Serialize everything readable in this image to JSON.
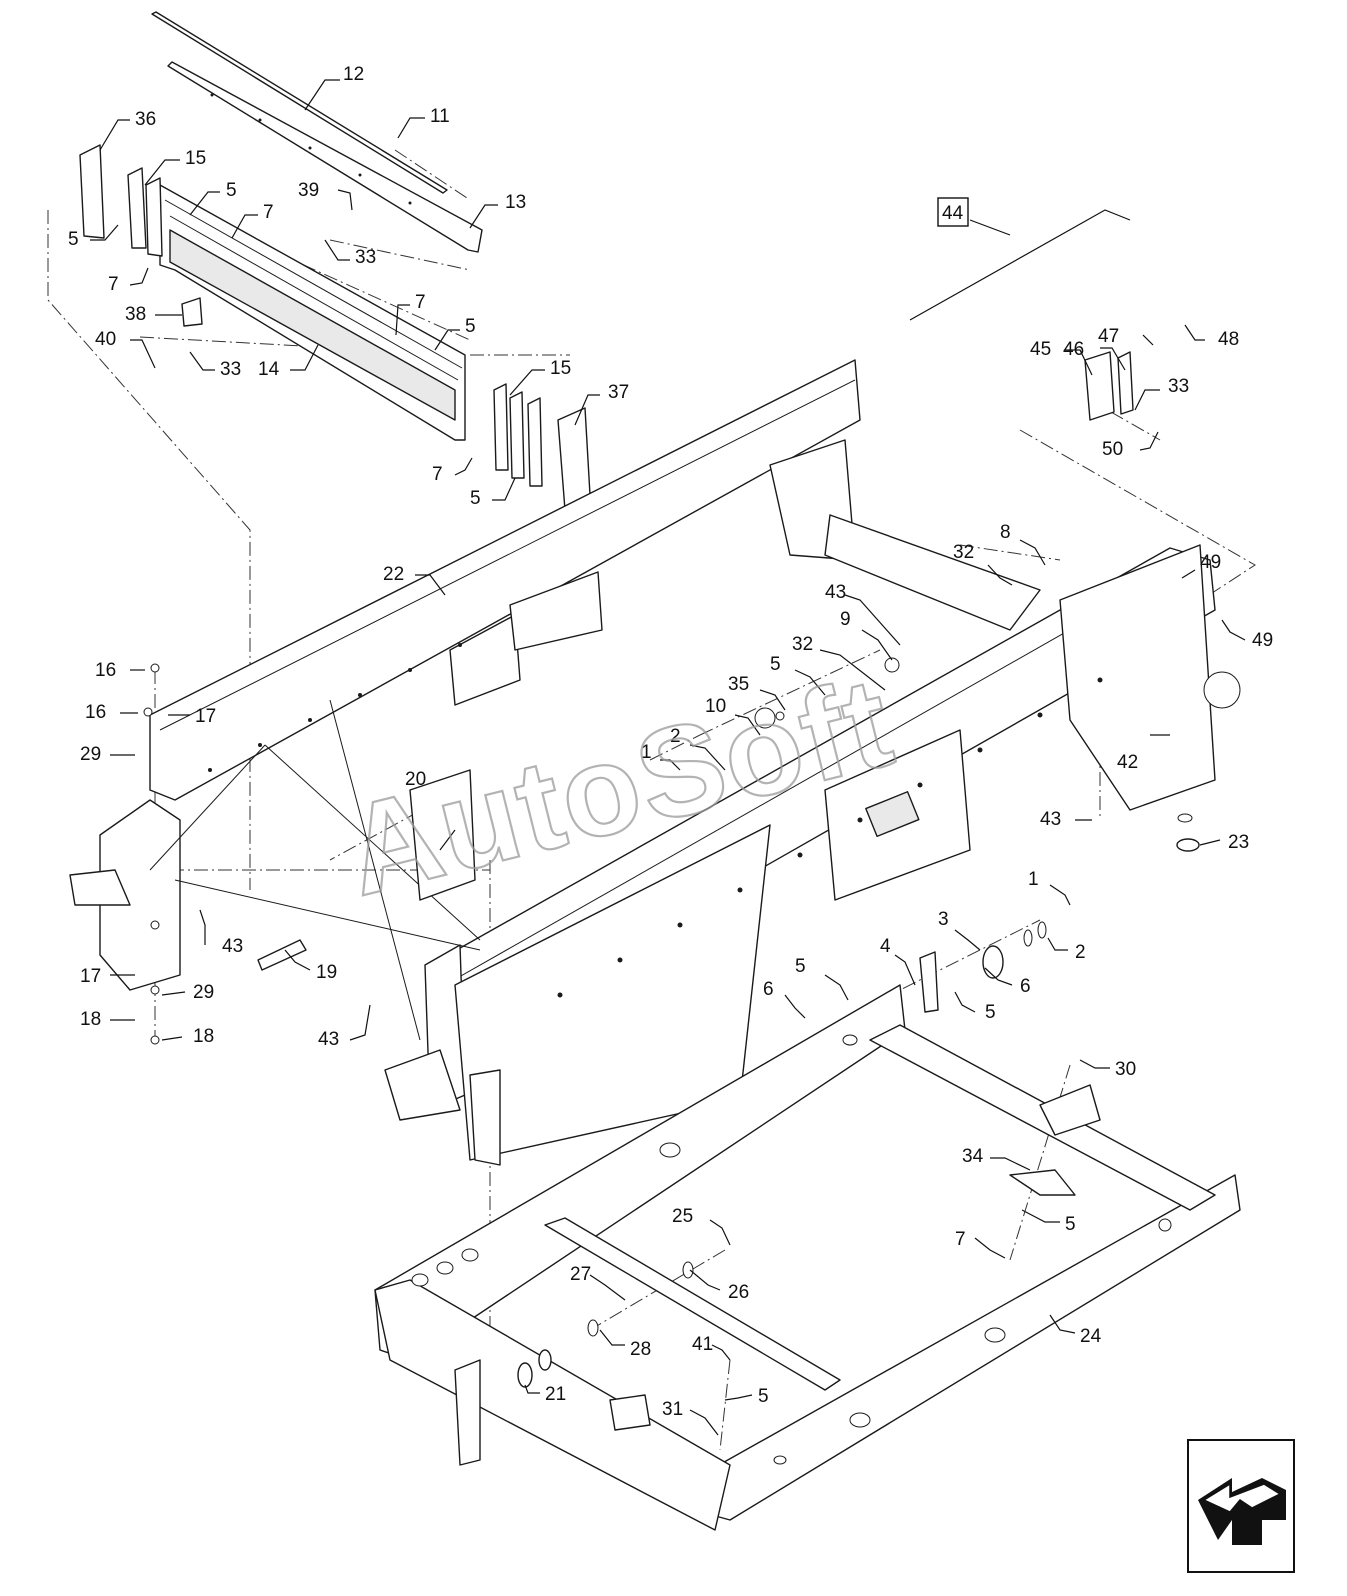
{
  "watermark": "AutoSoft",
  "nav_icon": "view-direction-arrow-icon",
  "callouts": {
    "c12": "12",
    "c11": "11",
    "c13": "13",
    "c36": "36",
    "c15a": "15",
    "c5a": "5",
    "c7a": "7",
    "c39": "39",
    "c33a": "33",
    "c5b": "5",
    "c7b": "7",
    "c38": "38",
    "c7c": "7",
    "c5c": "5",
    "c40": "40",
    "c33b": "33",
    "c14": "14",
    "c15b": "15",
    "c37": "37",
    "c7d": "7",
    "c5d": "5",
    "c44": "44",
    "c47": "47",
    "c48": "48",
    "c45": "45",
    "c46": "46",
    "c33c": "33",
    "c50": "50",
    "c22": "22",
    "c8": "8",
    "c32a": "32",
    "c49a": "49",
    "c49b": "49",
    "c43a": "43",
    "c9": "9",
    "c32b": "32",
    "c5e": "5",
    "c35": "35",
    "c10": "10",
    "c2a": "2",
    "c1a": "1",
    "c16a": "16",
    "c16b": "16",
    "c17a": "17",
    "c29a": "29",
    "c20": "20",
    "c42": "42",
    "c43b": "43",
    "c23": "23",
    "c1b": "1",
    "c3": "3",
    "c2b": "2",
    "c4": "4",
    "c5f": "5",
    "c6a": "6",
    "c6b": "6",
    "c5g": "5",
    "c43c": "43",
    "c19": "19",
    "c17b": "17",
    "c29b": "29",
    "c18a": "18",
    "c18b": "18",
    "c43d": "43",
    "c30": "30",
    "c34": "34",
    "c25": "25",
    "c5h": "5",
    "c7e": "7",
    "c27": "27",
    "c26": "26",
    "c28": "28",
    "c41": "41",
    "c24": "24",
    "c21": "21",
    "c5i": "5",
    "c31": "31"
  }
}
